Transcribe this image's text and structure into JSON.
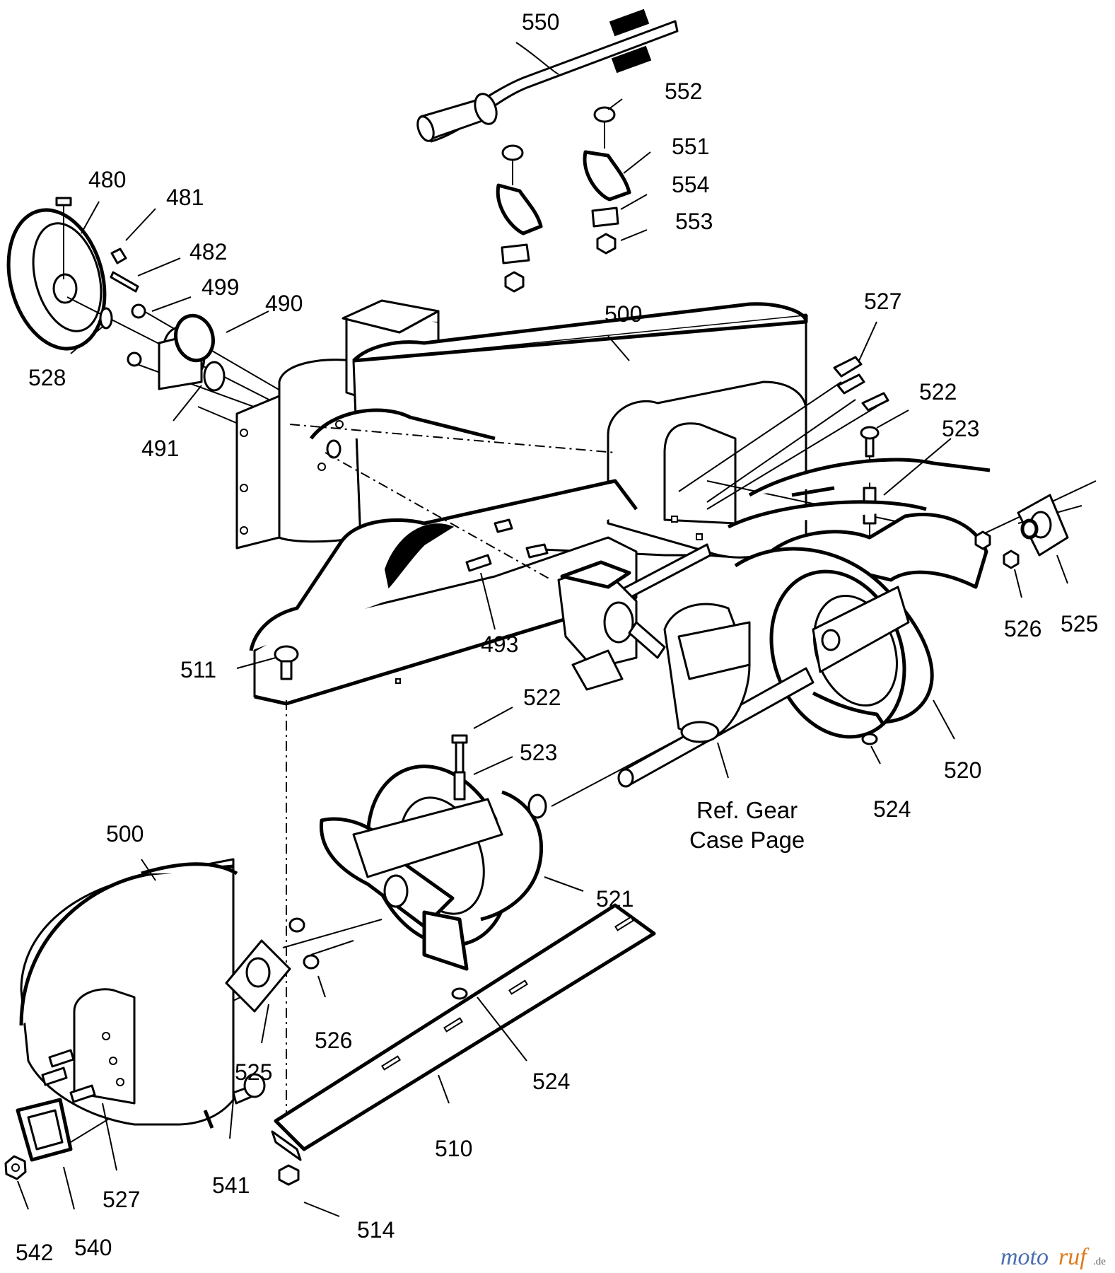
{
  "labels": {
    "p550": "550",
    "p552": "552",
    "p551": "551",
    "p554": "554",
    "p553": "553",
    "p480": "480",
    "p481": "481",
    "p482": "482",
    "p499": "499",
    "p490": "490",
    "p528": "528",
    "p491": "491",
    "p500_top": "500",
    "p527_top": "527",
    "p522_top": "522",
    "p523_top": "523",
    "p493": "493",
    "p511": "511",
    "p526_top": "526",
    "p525_top": "525",
    "p520": "520",
    "p524_top": "524",
    "p522_mid": "522",
    "p523_mid": "523",
    "p500_bottom": "500",
    "p521": "521",
    "p526_bottom": "526",
    "p525_bottom": "525",
    "p524_bottom": "524",
    "p541": "541",
    "p510": "510",
    "p527_bottom": "527",
    "p540": "540",
    "p542": "542",
    "p514": "514"
  },
  "note": {
    "line1": "Ref. Gear",
    "line2": "Case Page"
  },
  "watermark": {
    "brand_a": "moto",
    "brand_b": "ruf",
    "tld": ".de"
  }
}
